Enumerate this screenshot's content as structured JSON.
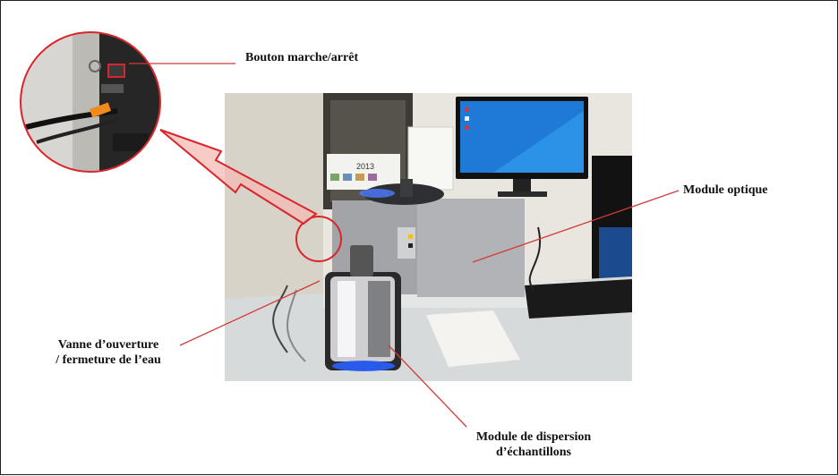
{
  "figure": {
    "labels": {
      "power_button": "Bouton marche/arrêt",
      "optical_module": "Module optique",
      "water_valve_line1": "Vanne d’ouverture",
      "water_valve_line2": "/ fermeture de l’eau",
      "dispersion_module_line1": "Module de dispersion",
      "dispersion_module_line2": "d’échantillons"
    },
    "calendar_year": "2013",
    "colors": {
      "callout_red": "#d9252b",
      "callout_fill": "#f4b9b3",
      "leader_line": "#d23a3a"
    }
  }
}
